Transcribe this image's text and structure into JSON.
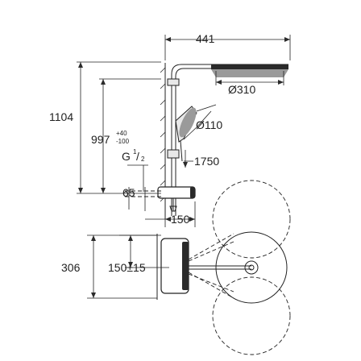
{
  "dimensions": {
    "width_total": "441",
    "height_total": "1104",
    "height_bar": "997",
    "height_bar_tol_plus": "+40",
    "height_bar_tol_minus": "-100",
    "head_diameter": "Ø310",
    "hand_diameter": "Ø110",
    "hand_height": "1750",
    "thread": "G",
    "thread_num": "1",
    "thread_den": "2",
    "wall_offset": "65",
    "spout_projection": "150",
    "plan_height": "306",
    "plan_center": "150±15"
  },
  "colors": {
    "line": "#222222",
    "head_dark": "#2a2a2a",
    "head_grey": "#9a9a9a"
  }
}
